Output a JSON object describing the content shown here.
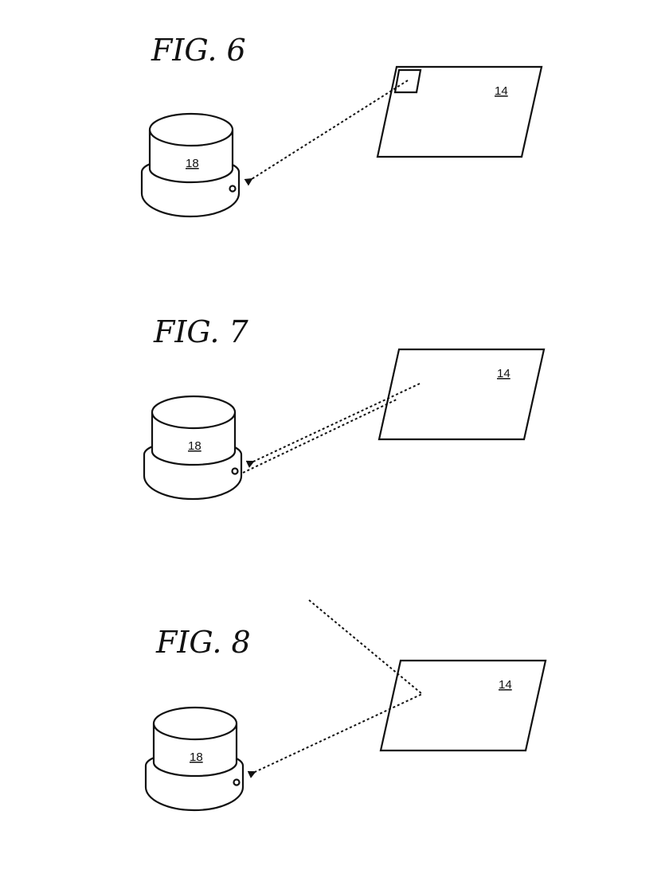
{
  "figures": [
    {
      "title": "FIG. 6",
      "device_label": "18",
      "surface_label": "14",
      "description": "Light ray from region on surface 14 to device 18"
    },
    {
      "title": "FIG. 7",
      "device_label": "18",
      "surface_label": "14",
      "description": "Emitted and reflected rays between device 18 and surface 14"
    },
    {
      "title": "FIG. 8",
      "device_label": "18",
      "surface_label": "14",
      "description": "External light reflected off surface 14 toward device 18"
    }
  ]
}
